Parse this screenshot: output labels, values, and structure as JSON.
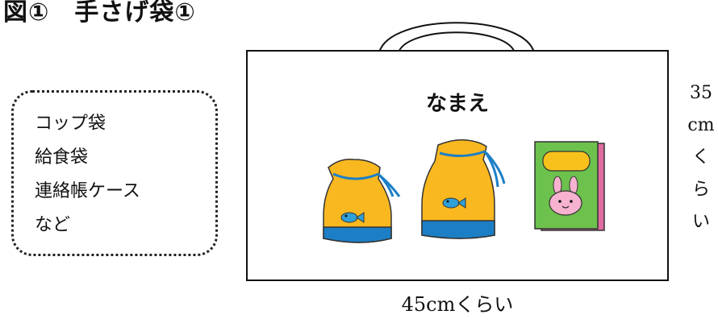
{
  "figure": {
    "title": "図①　手さげ袋①"
  },
  "items_box": {
    "items": [
      "コップ袋",
      "給食袋",
      "連絡帳ケース",
      "など"
    ]
  },
  "bag": {
    "name_label": "なまえ",
    "illustrations": [
      "small-drawstring-pouch",
      "large-drawstring-pouch",
      "notebook-case"
    ],
    "colors": {
      "pouch_body": "#F9B820",
      "pouch_band": "#1C7FC6",
      "fish": "#2FA0D8",
      "notebook_cover": "#6DC14D",
      "notebook_spine": "#E06BA0",
      "label_panel": "#F9C11C",
      "bunny": "#F6B2CF"
    }
  },
  "dimensions": {
    "height_chars": [
      "35",
      "cm",
      "く",
      "ら",
      "い"
    ],
    "width": "45cmくらい"
  }
}
